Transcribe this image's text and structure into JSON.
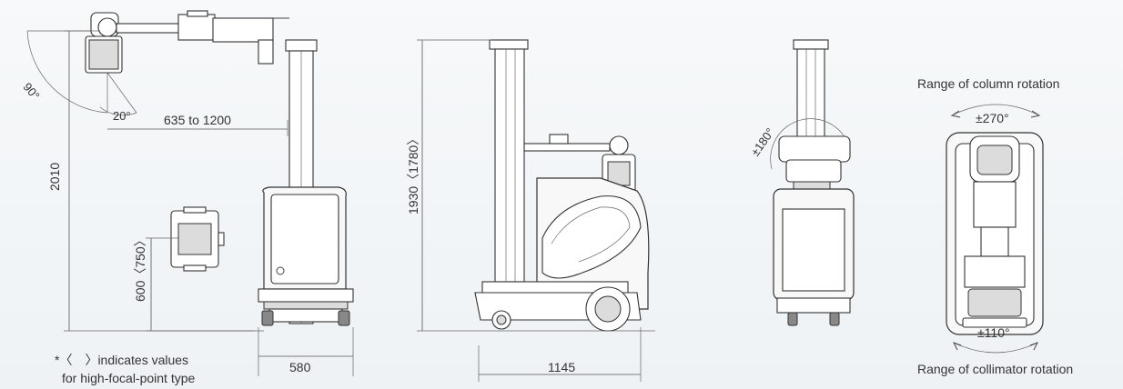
{
  "labels": {
    "angle_90": "90°",
    "angle_20": "20°",
    "arm_reach": "635 to 1200",
    "height_total": "2010",
    "lower_height": "600〈750〉",
    "base_width_front": "580",
    "side_height": "1930〈1780〉",
    "side_length": "1145",
    "rot_180": "±180°",
    "column_rotation_title": "Range of column rotation",
    "column_rotation_value": "±270°",
    "collimator_rotation_value": "±110°",
    "collimator_rotation_title": "Range of collimator rotation",
    "note_line1": "*〈　〉indicates values",
    "note_line2": "for high-focal-point type"
  }
}
